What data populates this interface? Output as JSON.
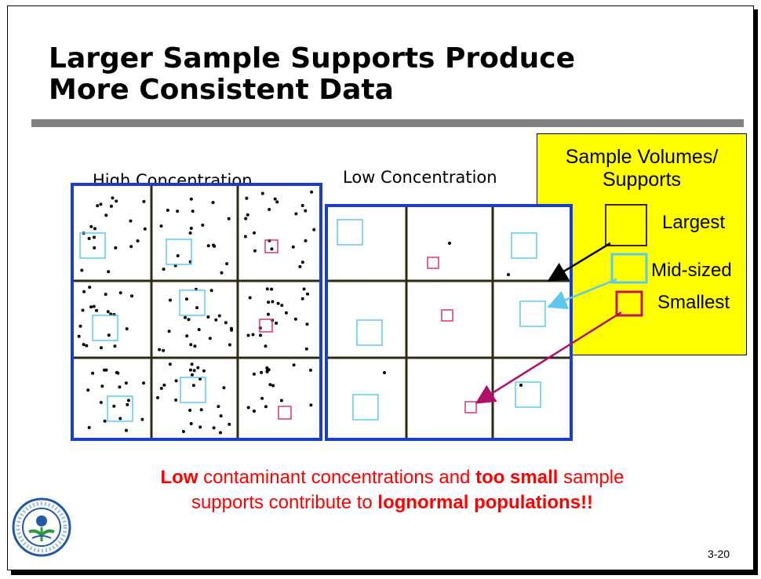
{
  "title": {
    "line1": "Larger Sample Supports Produce",
    "line2": "More Consistent Data"
  },
  "panels": {
    "high_label": "High Concentration",
    "low_label": "Low Concentration"
  },
  "legend": {
    "title_line1": "Sample Volumes/",
    "title_line2": "Supports",
    "largest": "Largest",
    "mid": "Mid-sized",
    "smallest": "Smallest"
  },
  "bottom": {
    "p1": "Low",
    "p2": " contaminant concentrations and ",
    "p3": "too small",
    "p4": " sample",
    "p5": "supports contribute to ",
    "p6": "lognormal populations!!"
  },
  "slide_number": "3-20",
  "colors": {
    "grid_border": "#1a3fc4",
    "cell_line": "#2f2a10",
    "legend_bg": "#ffff00",
    "mid_square": "#5bc8ee",
    "small_square": "#e0336e",
    "emphasis": "#ff0000"
  },
  "logo": {
    "icon": "epa-seal-icon",
    "text_top": "UNITED STATES",
    "text_bottom": "ENVIRONMENTAL PROTECTION AGENCY"
  }
}
